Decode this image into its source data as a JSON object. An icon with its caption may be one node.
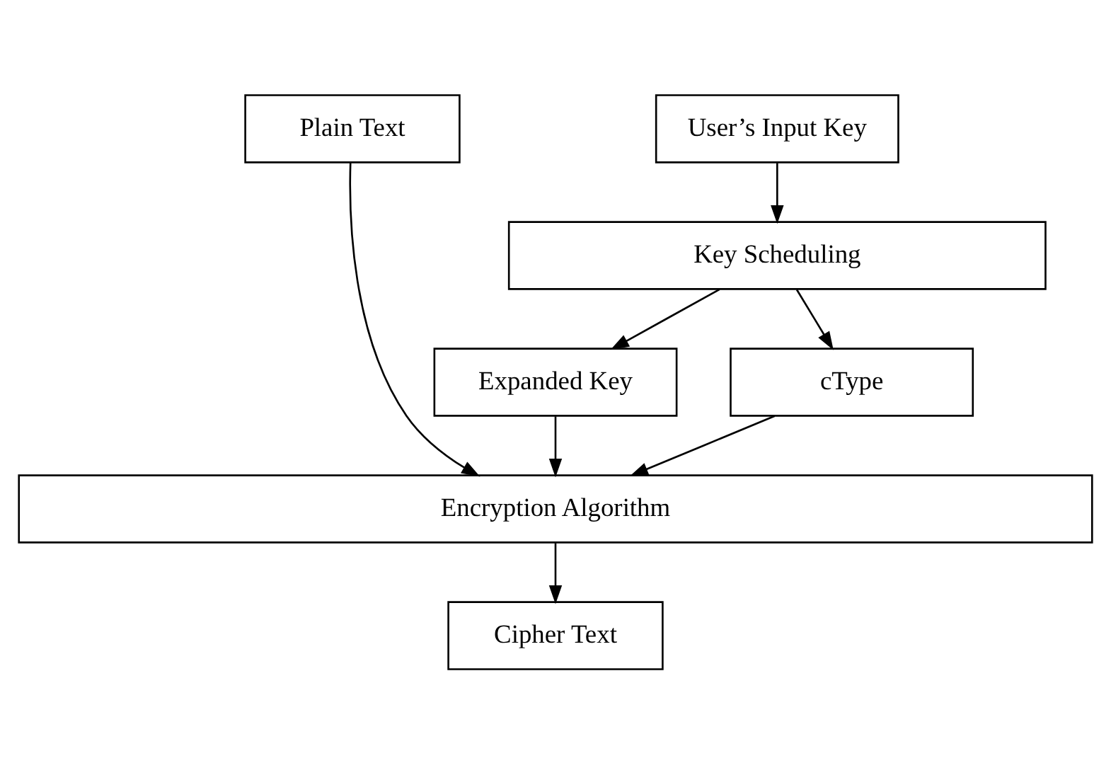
{
  "diagram": {
    "nodes": [
      {
        "text": [
          "Plain Text"
        ]
      },
      {
        "text": [
          "User’s Input Key"
        ]
      },
      {
        "text": [
          "Key Scheduling"
        ]
      },
      {
        "text": [
          "Expanded Key"
        ]
      },
      {
        "text": [
          "cType"
        ]
      },
      {
        "text": [
          "Encryption Algorithm"
        ]
      },
      {
        "text": [
          "Cipher Text"
        ]
      }
    ],
    "edges": [
      {
        "from": 1,
        "to": 2,
        "arrow": "to"
      },
      {
        "from": 2,
        "to": 3,
        "arrow": "to"
      },
      {
        "from": 2,
        "to": 4,
        "arrow": "to"
      },
      {
        "from": 0,
        "to": 5,
        "arrow": "to"
      },
      {
        "from": 3,
        "to": 5,
        "arrow": "to"
      },
      {
        "from": 4,
        "to": 5,
        "arrow": "to"
      },
      {
        "from": 5,
        "to": 6,
        "arrow": "to"
      }
    ]
  }
}
